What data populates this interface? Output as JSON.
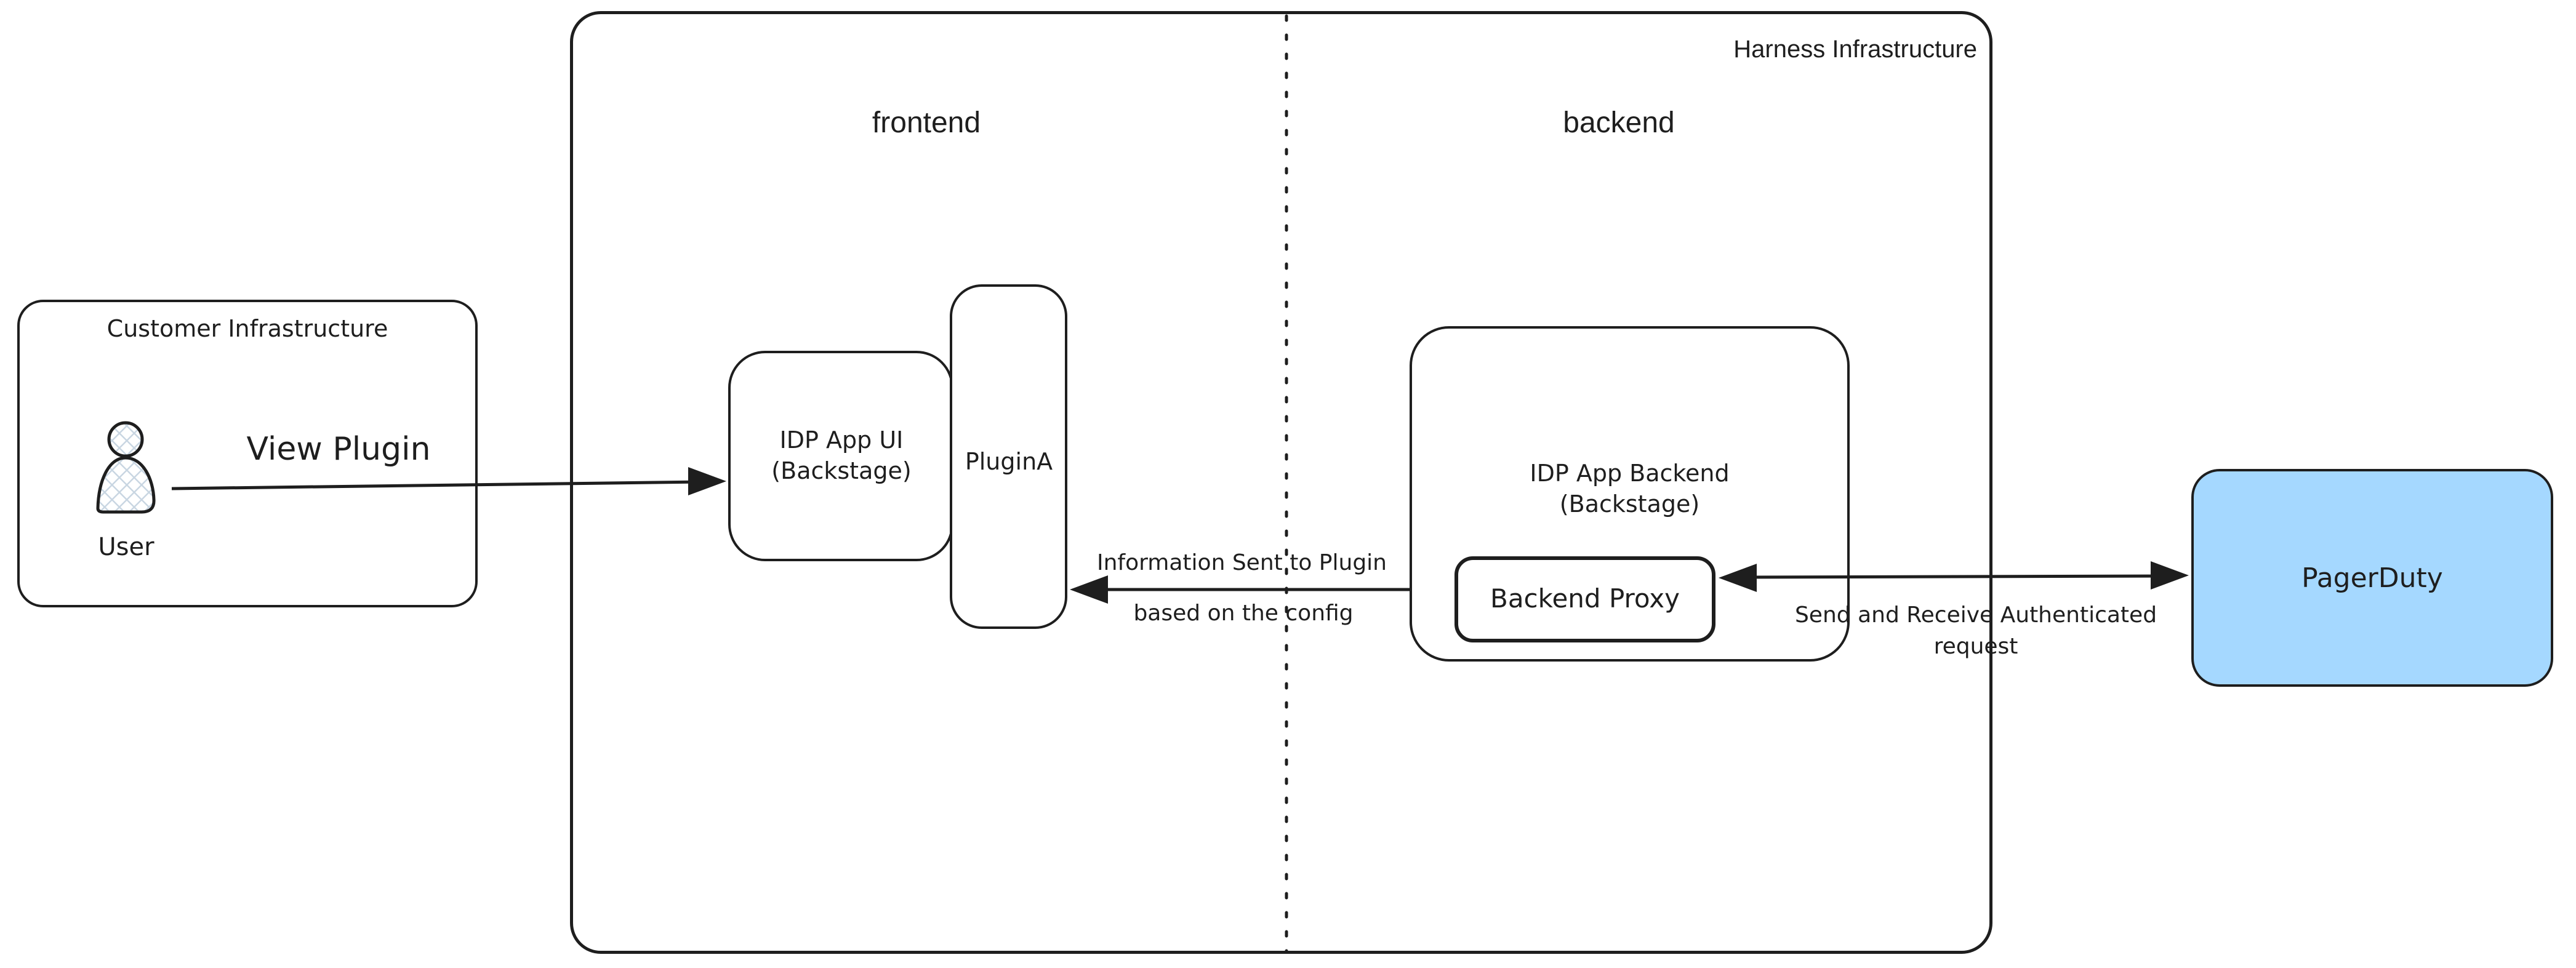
{
  "diagram": {
    "harness": {
      "label": "Harness Infrastructure",
      "frontend_label": "frontend",
      "backend_label": "backend"
    },
    "customer": {
      "label": "Customer Infrastructure",
      "user_label": "User"
    },
    "nodes": {
      "idp_ui": {
        "line1": "IDP App UI",
        "line2": "(Backstage)"
      },
      "plugin_a": {
        "label": "PluginA"
      },
      "idp_backend": {
        "line1": "IDP App Backend",
        "line2": "(Backstage)"
      },
      "backend_proxy": {
        "label": "Backend Proxy"
      },
      "pagerduty": {
        "label": "PagerDuty"
      }
    },
    "edges": {
      "view_plugin": {
        "label": "View Plugin"
      },
      "info": {
        "label_line1": "Information Sent to Plugin",
        "label_line2": "based on the config"
      },
      "auth": {
        "label_line1": "Send and Receive Authenticated",
        "label_line2": "request"
      }
    },
    "colors": {
      "stroke": "#1e1e1e",
      "pagerduty_fill": "#a5d8ff",
      "hatch": "#c9d6e2"
    }
  }
}
